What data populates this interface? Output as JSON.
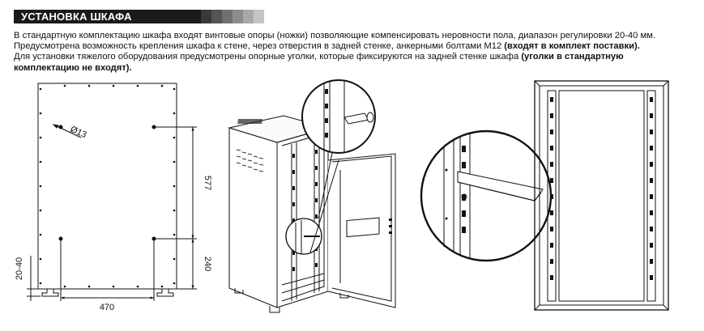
{
  "heading": "УСТАНОВКА ШКАФА",
  "text": {
    "line1": "В стандартную комплектацию шкафа входят винтовые опоры (ножки) позволяющие компенсировать неровности пола, диапазон регулировки 20-40 мм.",
    "line2_a": "Предусмотрена возможность крепления шкафа к стене, через отверстия в задней стенке, анкерными болтами М12 ",
    "line2_b": "(входят в комплект поставки).",
    "line3_a": "Для установки тяжелого оборудования предусмотрены опорные уголки, которые фиксируются на задней стенке шкафа ",
    "line3_b": "(уголки в стандартную",
    "line4_b": "комплектацию не входят)."
  },
  "drawing": {
    "hole_label": "Ø13",
    "dim_height_upper": "577",
    "dim_height_lower": "240",
    "dim_feet": "20-40",
    "dim_width": "470"
  },
  "colors": {
    "heading_bg": "#1a1a1a",
    "gradient": [
      "#3a3a3a",
      "#555555",
      "#707070",
      "#8c8c8c",
      "#a8a8a8",
      "#c4c4c4"
    ]
  }
}
